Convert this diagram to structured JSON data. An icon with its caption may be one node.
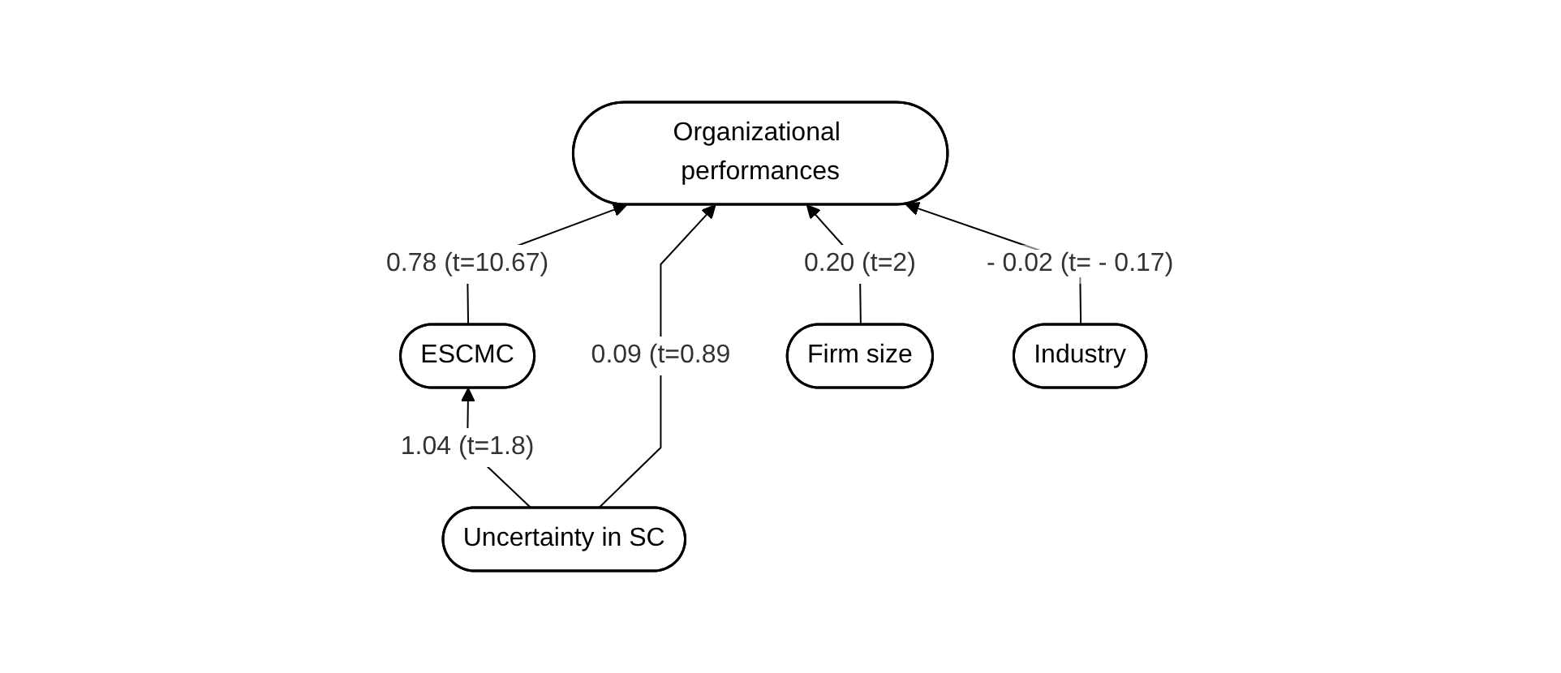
{
  "diagram": {
    "nodes": [
      {
        "text": [
          "ESCMC"
        ]
      },
      {
        "text": [
          "Organizational performances"
        ]
      },
      {
        "text": [
          "Uncertainty in SC"
        ]
      },
      {
        "text": [
          "Firm size"
        ]
      },
      {
        "text": [
          "Industry"
        ]
      }
    ],
    "edges": [
      {
        "from": 0,
        "to": 1,
        "arrow": "to",
        "label": "0.78 (t=10.67)"
      },
      {
        "from": 2,
        "to": 0,
        "arrow": "to",
        "label": "1.04 (t=1.8)"
      },
      {
        "from": 2,
        "to": 1,
        "arrow": "to",
        "label": "0.09 (t=0.89"
      },
      {
        "from": 3,
        "to": 1,
        "arrow": "to",
        "label": "0.20 (t=2)"
      },
      {
        "from": 4,
        "to": 1,
        "arrow": "to",
        "label": "- 0.02 (t= - 0.17)"
      }
    ]
  }
}
